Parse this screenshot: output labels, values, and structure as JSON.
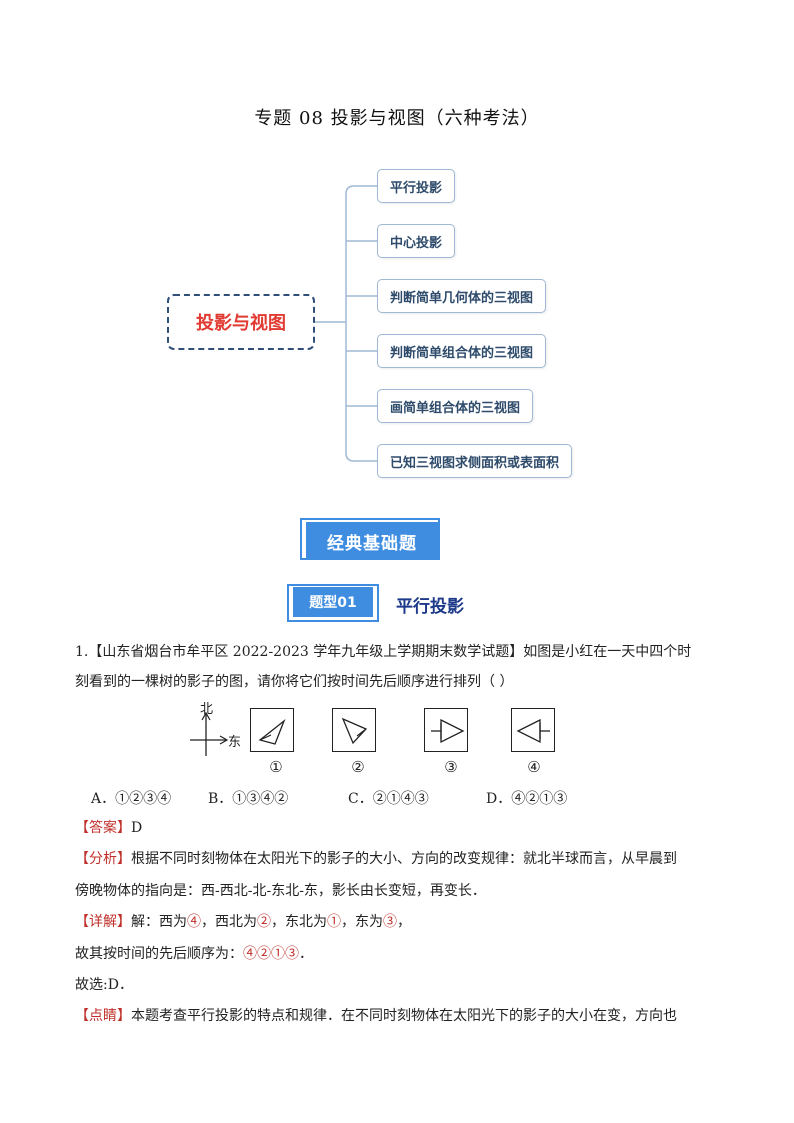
{
  "title": "专题 08  投影与视图（六种考法）",
  "mindmap": {
    "root": "投影与视图",
    "branches": [
      "平行投影",
      "中心投影",
      "判断简单几何体的三视图",
      "判断简单组合体的三视图",
      "画简单组合体的三视图",
      "已知三视图求侧面积或表面积"
    ]
  },
  "section_banner": "经典基础题",
  "type_badge": "题型01",
  "type_title": "平行投影",
  "question": {
    "number": "1.",
    "source": "【山东省烟台市牟平区 2022-2023 学年九年级上学期期末数学试题】",
    "stem_part1": "如图是小红在一天中四个时",
    "stem_part2": "刻看到的一棵树的影子的图，请你将它们按时间先后顺序进行排列（    ）",
    "compass": {
      "north": "北",
      "east": "东"
    },
    "figure_labels": [
      "①",
      "②",
      "③",
      "④"
    ],
    "options": [
      "A．①②③④",
      "B．①③④②",
      "C．②①④③",
      "D．④②①③"
    ]
  },
  "answer": {
    "tag": "【答案】",
    "text": "D"
  },
  "analysis": {
    "tag": "【分析】",
    "line1": "根据不同时刻物体在太阳光下的影子的大小、方向的改变规律：就北半球而言，从早晨到",
    "line2": "傍晚物体的指向是：西-西北-北-东北-东，影长由长变短，再变长．"
  },
  "detail": {
    "tag": "【详解】",
    "prefix": "解：西为",
    "v1": "④",
    "t2": "，西北为",
    "v2": "②",
    "t3": "，东北为",
    "v3": "①",
    "t4": "，东为",
    "v4": "③",
    "t5": "，",
    "order_prefix": "故其按时间的先后顺序为：",
    "order": "④②①③",
    "order_suffix": "．",
    "choice": "故选:D．"
  },
  "comment": {
    "tag": "【点睛】",
    "text": "本题考查平行投影的特点和规律．在不同时刻物体在太阳光下的影子的大小在变，方向也"
  },
  "colors": {
    "accent_blue": "#3f8de0",
    "answer_red": "#c0302a",
    "root_red": "#e03a32",
    "node_text": "#2e4b6b"
  }
}
